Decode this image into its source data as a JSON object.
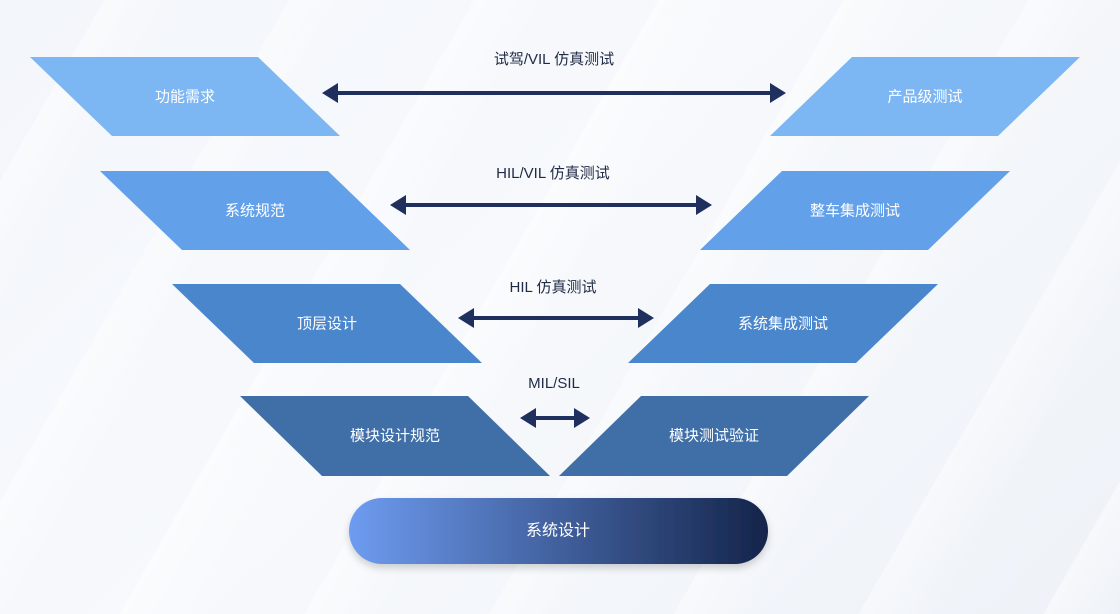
{
  "levels": [
    {
      "left_label": "功能需求",
      "right_label": "产品级测试",
      "link_label": "试驾/VIL 仿真测试",
      "color": "#7cb6f3"
    },
    {
      "left_label": "系统规范",
      "right_label": "整车集成测试",
      "link_label": "HIL/VIL 仿真测试",
      "color": "#62a0ea"
    },
    {
      "left_label": "顶层设计",
      "right_label": "系统集成测试",
      "link_label": "HIL 仿真测试",
      "color": "#4a86cc"
    },
    {
      "left_label": "模块设计规范",
      "right_label": "模块测试验证",
      "link_label": "MIL/SIL",
      "color": "#3f6fa6"
    }
  ],
  "base": {
    "label": "系统设计",
    "gradient_start": "#6e9cf0",
    "gradient_end": "#14244a"
  },
  "arrow_color": "#1f2f5e"
}
